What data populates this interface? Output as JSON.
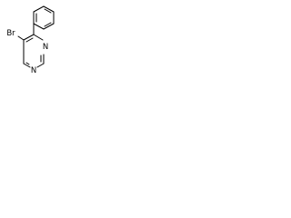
{
  "molecule": {
    "atoms": {
      "bromine": "Br",
      "nitrogen_1": "N",
      "nitrogen_3": "N"
    }
  },
  "colors": {
    "bond": "#000000",
    "label": "#000000",
    "background": "#ffffff"
  }
}
